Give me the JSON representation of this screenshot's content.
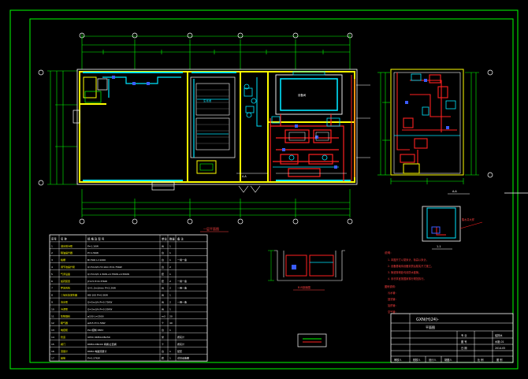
{
  "drawing": {
    "title_block": {
      "drawing_code": "GXN(H)24)-",
      "sheet_title": "平面图",
      "fields_right_top": [
        "专 业",
        "图 号",
        "日 期"
      ],
      "fields_right_values": [
        "给排水",
        "水施-01",
        "2014.05"
      ],
      "bottom_signers": [
        "审核人",
        "校核人",
        "设计人",
        "制图人"
      ],
      "bottom_right": [
        "比 例",
        "图 别"
      ]
    },
    "schedule": {
      "headers": [
        "序号",
        "名 称",
        "规 格 及 型 号",
        "单位",
        "数量",
        "备 注"
      ],
      "rows": [
        [
          "1",
          "潜水排污泵",
          "P=1.1KW",
          "台",
          "1",
          ""
        ],
        [
          "2",
          "隔油提升器",
          "P=1.5KW",
          "台",
          "1",
          ""
        ],
        [
          "3",
          "格栅",
          "B=500 L=1000",
          "台",
          "1",
          "一用一备"
        ],
        [
          "4",
          "调节池提升泵",
          "Q=5m3/h H=10m P=0.75KW",
          "台",
          "2",
          ""
        ],
        [
          "5",
          "气浮设备",
          "Q=5m3/h 1.5KW+0.75KW+0.55KW",
          "套",
          "1",
          ""
        ],
        [
          "6",
          "加药装置",
          "JY-0.5 P=0.37KW",
          "套",
          "2",
          "一用一备"
        ],
        [
          "7",
          "罗茨风机",
          "Q=1.2m3/min P=2.2KW",
          "台",
          "2",
          "一用一备"
        ],
        [
          "8",
          "二氧化氯发生器",
          "HB-100 P=0.5KW",
          "台",
          "1",
          ""
        ],
        [
          "9",
          "清水泵",
          "Q=5m3/h P=0.75KW",
          "台",
          "2",
          "一用一备"
        ],
        [
          "10",
          "污泥泵",
          "Q=3m3/h P=0.55KW",
          "台",
          "1",
          ""
        ],
        [
          "11",
          "生物填料",
          "φ150 L=2500",
          "m3",
          "20",
          ""
        ],
        [
          "12",
          "曝气器",
          "φ215 P=1.5KW",
          "个",
          "40",
          ""
        ],
        [
          "13",
          "电控柜",
          "PLC控制 380V",
          "台",
          "1",
          ""
        ],
        [
          "14",
          "管道",
          "UPVC DN50-DN150",
          "米",
          "",
          "按实计"
        ],
        [
          "15",
          "阀门",
          "DN50-DN100 闸阀/止回阀",
          "个",
          "",
          "按实计"
        ],
        [
          "16",
          "流量计",
          "DN50 电磁流量计",
          "台",
          "1",
          "配套"
        ],
        [
          "17",
          "其他",
          "P=0.37KW",
          "套",
          "1",
          "详见设备图"
        ]
      ]
    },
    "notes": {
      "heading": "说明：",
      "lines": [
        "1. 本图尺寸以毫米计，标高以米计。",
        "2. 设备基础待设备到货后核实尺寸施工。",
        "3. 管道穿墙处均设防水套管。",
        "4. 未尽事宜按国家现行规范执行。",
        "图例说明：",
        "污水管：",
        "回流管：",
        "加药管：",
        "空气管："
      ]
    },
    "labels": {
      "plan_title": "一层平面图",
      "section_a": "A-A",
      "section_b": "1-1",
      "section_c": "B-B剖面图",
      "sump_label": "集水井大样",
      "mark_section": "A-A",
      "tank_label": "生化池",
      "room_label": "设备间"
    },
    "colors": {
      "frame": "#00ff00",
      "wall": "#ffff00",
      "pipe": "#ff2020",
      "equip": "#00e5ff",
      "dim": "#00ff00",
      "text": "#ffffff",
      "blue": "#3a5cff"
    }
  }
}
